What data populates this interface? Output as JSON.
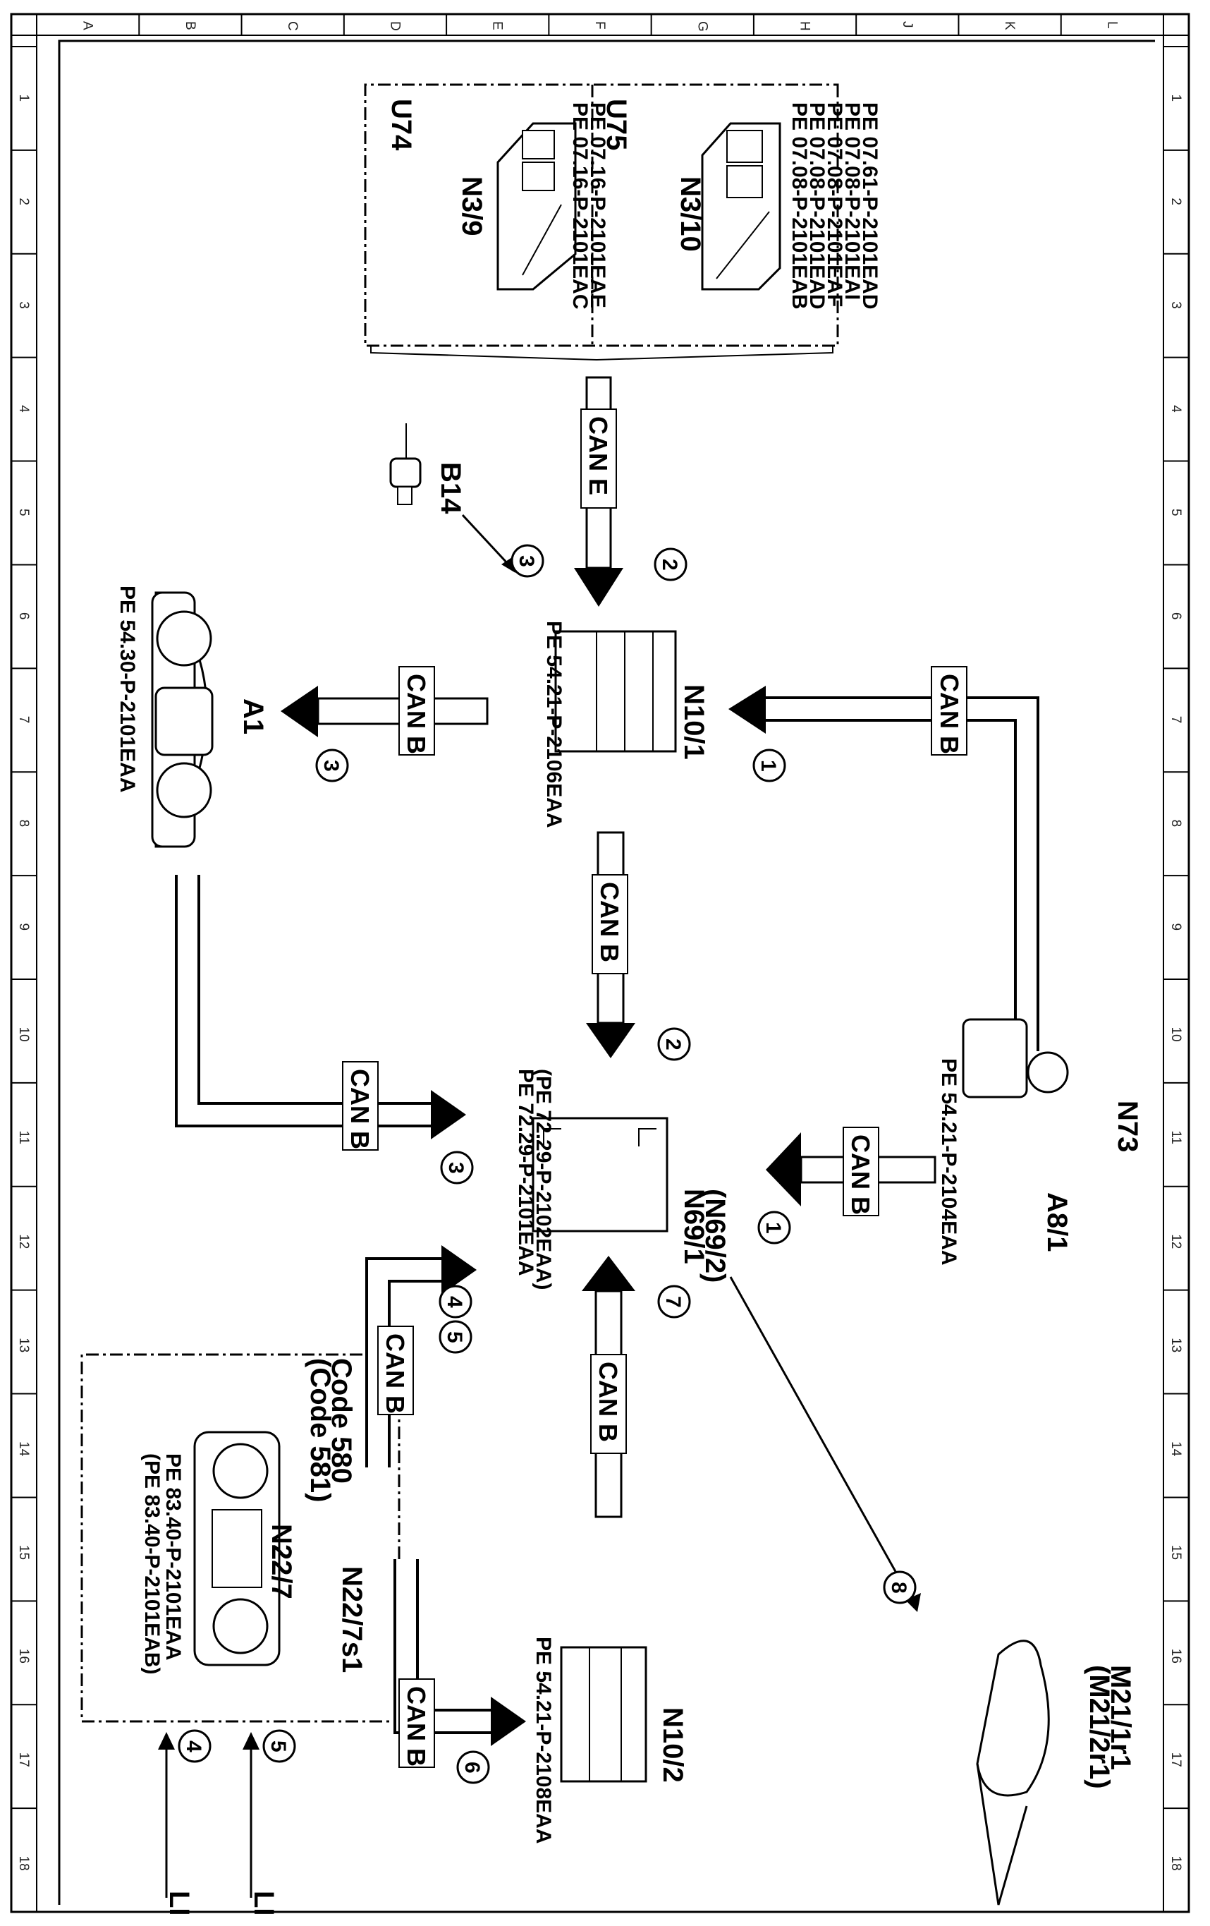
{
  "ruler": {
    "top_letters": [
      "L",
      "K",
      "J",
      "H",
      "G",
      "F",
      "E",
      "D",
      "C",
      "B",
      "A"
    ],
    "side_numbers": [
      "1",
      "2",
      "3",
      "4",
      "5",
      "6",
      "7",
      "8",
      "9",
      "10",
      "11",
      "12",
      "13",
      "14",
      "15",
      "16",
      "17",
      "18"
    ]
  },
  "components": {
    "u74": {
      "label": "U74",
      "code": "N3/9",
      "refs": [
        "PE 07.16-P-2101EAC",
        "PE 07.16-P-2101EAE"
      ]
    },
    "u75": {
      "label": "U75",
      "code": "N3/10",
      "refs": [
        "PE 07.08-P-2101EAB",
        "PE 07.08-P-2101EAD",
        "PE 07.08-P-2101EAF",
        "PE 07.08-P-2101EAI",
        "PE 07.61-P-2101EAD"
      ]
    },
    "b14": {
      "label": "B14"
    },
    "n10_1": {
      "label": "N10/1",
      "ref": "PE 54.21-P-2106EAA"
    },
    "a1": {
      "label": "A1",
      "ref": "PE 54.30-P-2101EAA"
    },
    "n73": {
      "label": "N73",
      "sub": "A8/1",
      "ref": "PE 54.21-P-2104EAA"
    },
    "n69": {
      "label": "N69/1",
      "label2": "(N69/2)",
      "ref1": "PE 72.29-P-2101EAA",
      "ref2": "(PE 72.29-P-2102EAA)"
    },
    "code": {
      "line1": "Code 580",
      "line2": "(Code 581)"
    },
    "n22_7": {
      "label": "N22/7",
      "ref1": "PE 83.40-P-2101EAA",
      "ref2": "(PE 83.40-P-2101EAB)"
    },
    "n22_7s1": {
      "label": "N22/7s1"
    },
    "n10_2": {
      "label": "N10/2",
      "ref": "PE 54.21-P-2108EAA"
    },
    "m21": {
      "label": "M21/1r1",
      "label2": "(M21/2r1)"
    }
  },
  "buses": {
    "can_e": "CAN E",
    "can_b": "CAN B"
  },
  "steps": [
    "1",
    "2",
    "3",
    "4",
    "5",
    "6",
    "7",
    "8"
  ],
  "bottom_left": {
    "a": "LI",
    "b": "LI"
  }
}
